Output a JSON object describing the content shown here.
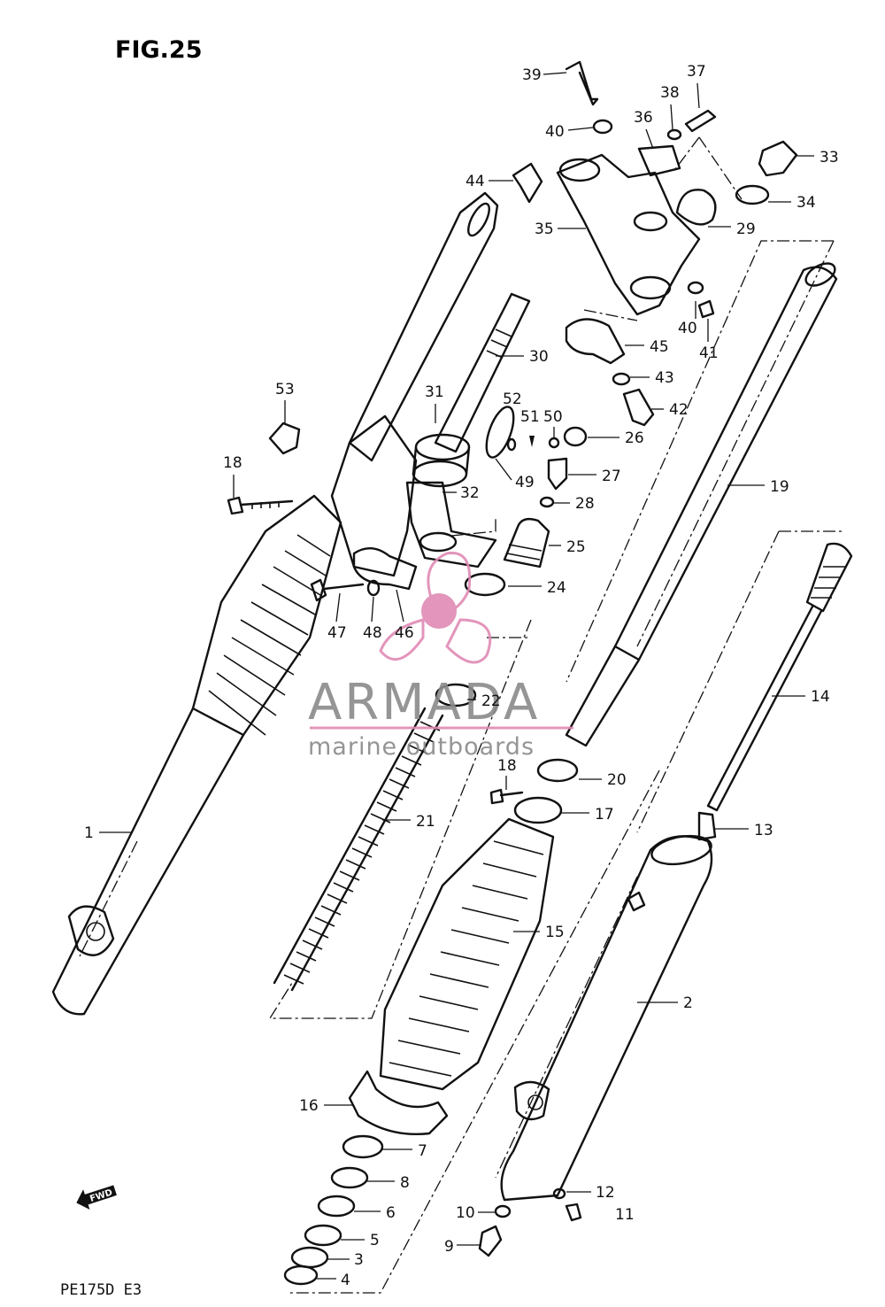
{
  "figure": {
    "title": "FIG.25",
    "model_code": "PE175D E3"
  },
  "watermark": {
    "brand": "ARMADA",
    "tagline": "marine outboards",
    "accent_color": "#e08ab4",
    "text_color": "#8a8a8a"
  },
  "direction_marker": {
    "label": "FWD",
    "icon": "arrow-left-icon"
  },
  "callouts": [
    "1",
    "2",
    "3",
    "4",
    "5",
    "6",
    "7",
    "8",
    "9",
    "10",
    "11",
    "12",
    "13",
    "14",
    "15",
    "16",
    "17",
    "18",
    "18",
    "19",
    "20",
    "21",
    "22",
    "24",
    "25",
    "26",
    "27",
    "28",
    "29",
    "30",
    "31",
    "32",
    "33",
    "34",
    "35",
    "36",
    "37",
    "38",
    "39",
    "40",
    "40",
    "41",
    "42",
    "43",
    "44",
    "45",
    "46",
    "47",
    "48",
    "49",
    "50",
    "51",
    "52",
    "53"
  ]
}
